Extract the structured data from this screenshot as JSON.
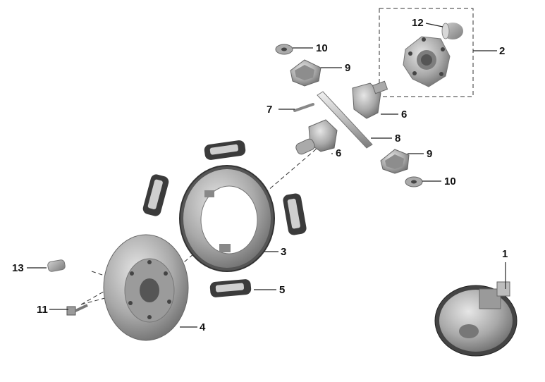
{
  "diagram": {
    "callouts": [
      {
        "id": "c1",
        "label": "1"
      },
      {
        "id": "c2",
        "label": "2"
      },
      {
        "id": "c3",
        "label": "3"
      },
      {
        "id": "c4",
        "label": "4"
      },
      {
        "id": "c5",
        "label": "5"
      },
      {
        "id": "c6a",
        "label": "6"
      },
      {
        "id": "c6b",
        "label": "6"
      },
      {
        "id": "c7",
        "label": "7"
      },
      {
        "id": "c8",
        "label": "8"
      },
      {
        "id": "c9a",
        "label": "9"
      },
      {
        "id": "c9b",
        "label": "9"
      },
      {
        "id": "c10a",
        "label": "10"
      },
      {
        "id": "c10b",
        "label": "10"
      },
      {
        "id": "c11",
        "label": "11"
      },
      {
        "id": "c12",
        "label": "12"
      },
      {
        "id": "c13",
        "label": "13"
      }
    ]
  }
}
